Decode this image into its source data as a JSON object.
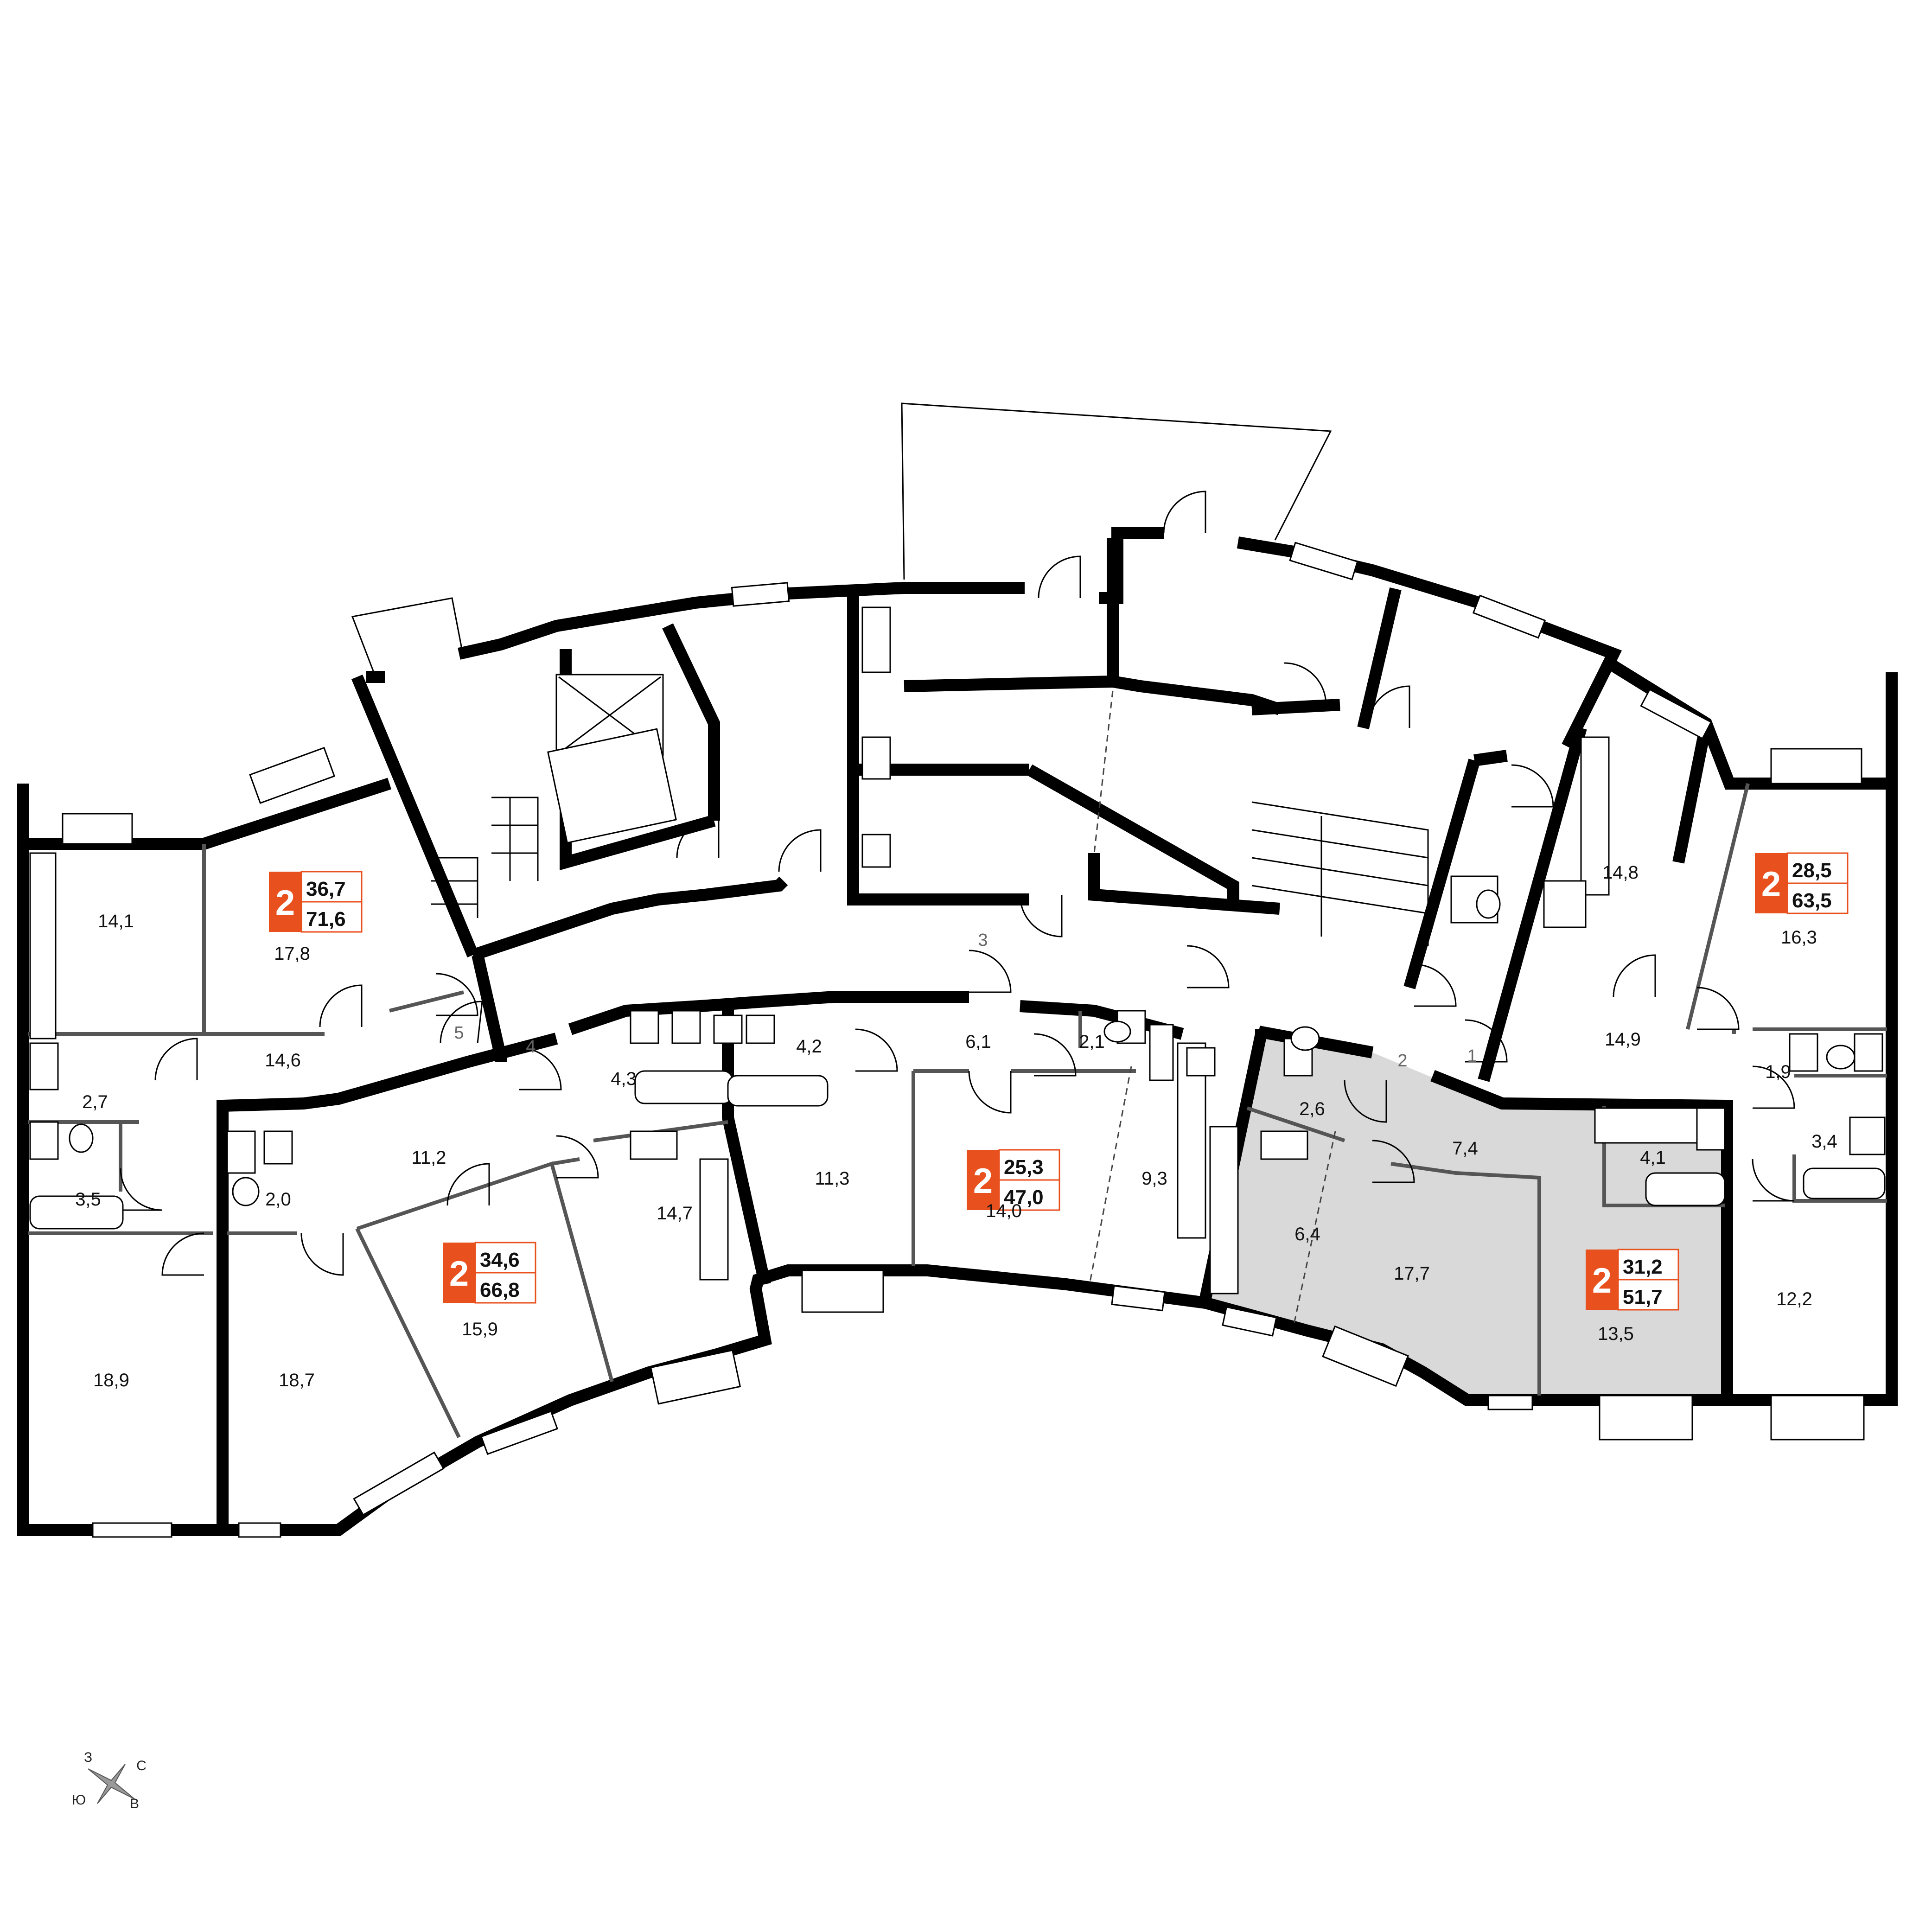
{
  "colors": {
    "badge_accent": "#e8501e",
    "highlight_fill": "#d9d9d9",
    "wall": "#000000"
  },
  "apartments": [
    {
      "rooms": "2",
      "living": "36,7",
      "total": "71,6"
    },
    {
      "rooms": "2",
      "living": "34,6",
      "total": "66,8"
    },
    {
      "rooms": "2",
      "living": "25,3",
      "total": "47,0"
    },
    {
      "rooms": "2",
      "living": "31,2",
      "total": "51,7"
    },
    {
      "rooms": "2",
      "living": "28,5",
      "total": "63,5"
    }
  ],
  "rooms": [
    "14,1",
    "17,8",
    "14,6",
    "2,7",
    "3,5",
    "18,9",
    "2,0",
    "11,2",
    "18,7",
    "15,9",
    "4,3",
    "14,7",
    "4,2",
    "11,3",
    "6,1",
    "2,1",
    "14,0",
    "9,3",
    "2,6",
    "7,4",
    "6,4",
    "17,7",
    "4,1",
    "13,5",
    "14,8",
    "16,3",
    "14,9",
    "1,9",
    "3,4",
    "12,2"
  ],
  "doors": [
    "1",
    "2",
    "3",
    "4",
    "5"
  ],
  "compass": {
    "north": "С",
    "south": "Ю",
    "west": "З",
    "east": "В"
  }
}
